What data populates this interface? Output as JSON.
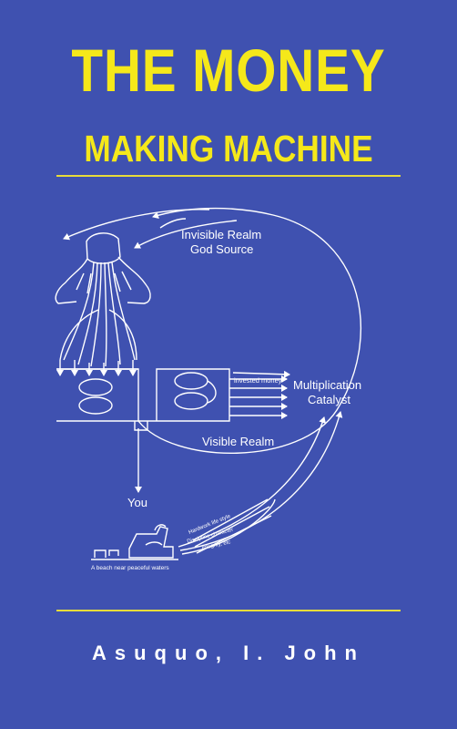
{
  "cover": {
    "title_line1": "THE MONEY",
    "title_line2": "MAKING MACHINE",
    "author": "Asuquo, I. John",
    "colors": {
      "background": "#3f51b0",
      "title": "#f5e81a",
      "rule": "#e8dc3a",
      "lines": "#ffffff"
    }
  },
  "diagram": {
    "invisible_realm": "Invisible Realm",
    "god_source": "God Source",
    "invested_money": "invested money",
    "multiplication": "Multiplication",
    "catalyst": "Catalyst",
    "visible_realm": "Visible Realm",
    "you": "You",
    "hardwork": "Hardwork life style",
    "discipline": "Discipline character",
    "integrity": "Integrity, etc",
    "beach": "A beach near peaceful waters",
    "icons": [
      "pouring-hands-icon",
      "beach-chair-icon"
    ]
  }
}
